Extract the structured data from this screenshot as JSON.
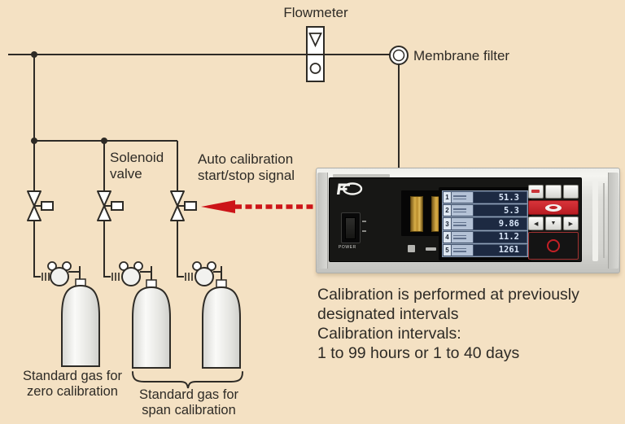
{
  "background": "#f4e1c3",
  "colors": {
    "accent_red": "#cc1418",
    "line": "#2e2b26",
    "lcd_value_bg": "#1d2a42",
    "keypad_red": "#c32026",
    "gold_connector": "#d8ae48"
  },
  "diagram": {
    "flowmeter_label": "Flowmeter",
    "membrane_filter_label": "Membrane filter",
    "solenoid_valve_label": "Solenoid\nvalve",
    "auto_cal_label": "Auto calibration\nstart/stop signal",
    "zero_gas_label": "Standard gas for\nzero calibration",
    "span_gas_label": "Standard gas for\nspan calibration"
  },
  "caption": {
    "text": "Calibration is performed at previously\ndesignated intervals\nCalibration intervals:\n1 to 99 hours or 1 to 40 days"
  },
  "analyzer": {
    "power_label": "POWER",
    "display_channels": [
      {
        "no": "1",
        "value": "51.3"
      },
      {
        "no": "2",
        "value": "5.3"
      },
      {
        "no": "3",
        "value": "9.86"
      },
      {
        "no": "4",
        "value": "11.2"
      },
      {
        "no": "5",
        "value": "1261"
      }
    ],
    "keypad_arrows": [
      "◀",
      "▼",
      "▶"
    ]
  }
}
